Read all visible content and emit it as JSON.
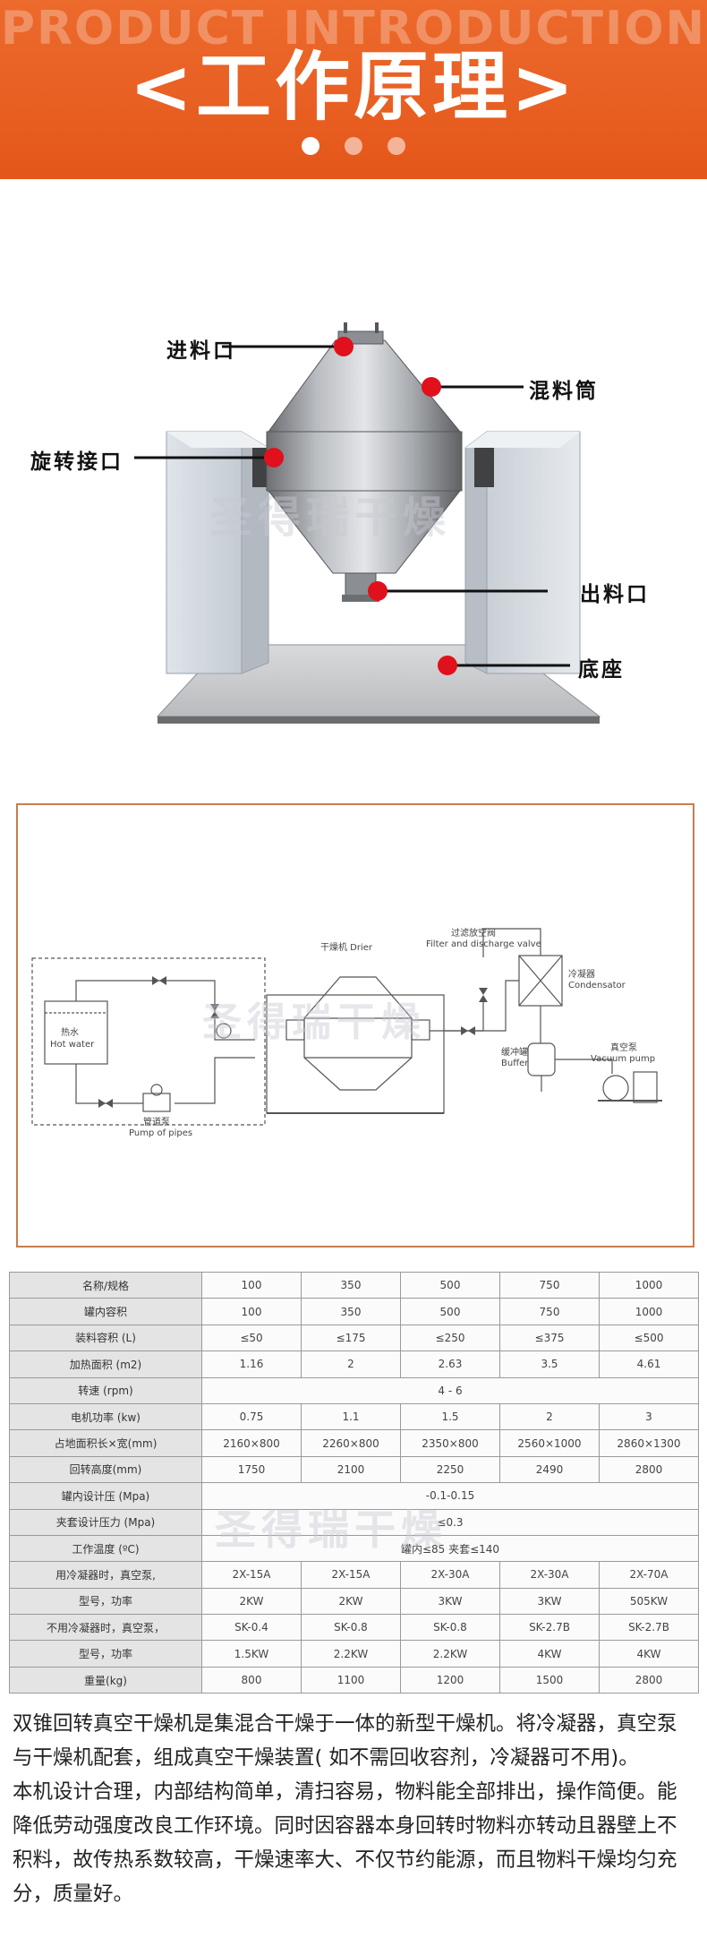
{
  "banner": {
    "bg_text": "PRODUCT INTRODUCTION",
    "title": "<工作原理>"
  },
  "photo": {
    "watermark": "圣得瑞干燥",
    "callouts": {
      "inlet": "进料口",
      "drum": "混料筒",
      "rotary_joint": "旋转接口",
      "outlet": "出料口",
      "base": "底座"
    }
  },
  "schematic": {
    "watermark": "圣得瑞干燥",
    "dryer": "干燥机  Drier",
    "filter_cn": "过滤放空阀",
    "filter_en": "Filter and discharge valve",
    "condenser_cn": "冷凝器",
    "condenser_en": "Condensator",
    "vacuum_cn": "真空泵",
    "vacuum_en": "Vacuum pump",
    "buffer_cn": "缓冲罐",
    "buffer_en": "Buffer",
    "hotwater_cn": "热水",
    "hotwater_en": "Hot water",
    "pump_cn": "管道泵",
    "pump_en": "Pump of pipes"
  },
  "table": {
    "watermark": "圣得瑞干燥",
    "rows": [
      {
        "label": "名称/规格",
        "values": [
          "100",
          "350",
          "500",
          "750",
          "1000"
        ]
      },
      {
        "label": "罐内容积",
        "values": [
          "100",
          "350",
          "500",
          "750",
          "1000"
        ]
      },
      {
        "label": "装料容积 (L)",
        "values": [
          "≤50",
          "≤175",
          "≤250",
          "≤375",
          "≤500"
        ]
      },
      {
        "label": "加热面积 (m2)",
        "values": [
          "1.16",
          "2",
          "2.63",
          "3.5",
          "4.61"
        ]
      },
      {
        "label": "转速 (rpm)",
        "span": "4 - 6"
      },
      {
        "label": "电机功率 (kw)",
        "values": [
          "0.75",
          "1.1",
          "1.5",
          "2",
          "3"
        ]
      },
      {
        "label": "占地面积长×宽(mm)",
        "values": [
          "2160×800",
          "2260×800",
          "2350×800",
          "2560×1000",
          "2860×1300"
        ]
      },
      {
        "label": "回转高度(mm)",
        "values": [
          "1750",
          "2100",
          "2250",
          "2490",
          "2800"
        ]
      },
      {
        "label": "罐内设计压 (Mpa)",
        "span": "-0.1-0.15"
      },
      {
        "label": "夹套设计压力 (Mpa)",
        "span": "≤0.3"
      },
      {
        "label": "工作温度 (ºC)",
        "span": "罐内≤85 夹套≤140"
      },
      {
        "label": "用冷凝器时，真空泵,",
        "values": [
          "2X-15A",
          "2X-15A",
          "2X-30A",
          "2X-30A",
          "2X-70A"
        ]
      },
      {
        "label": "型号，功率",
        "values": [
          "2KW",
          "2KW",
          "3KW",
          "3KW",
          "505KW"
        ]
      },
      {
        "label": "不用冷凝器时，真空泵，",
        "values": [
          "SK-0.4",
          "SK-0.8",
          "SK-0.8",
          "SK-2.7B",
          "SK-2.7B"
        ]
      },
      {
        "label": "型号，功率",
        "values": [
          "1.5KW",
          "2.2KW",
          "2.2KW",
          "4KW",
          "4KW"
        ]
      },
      {
        "label": "重量(kg)",
        "values": [
          "800",
          "1100",
          "1200",
          "1500",
          "2800"
        ]
      }
    ]
  },
  "description": {
    "p1": "双锥回转真空干燥机是集混合干燥于一体的新型干燥机。将冷凝器，真空泵与干燥机配套，组成真空干燥装置( 如不需回收容剂，冷凝器可不用)。",
    "p2": "本机设计合理，内部结构简单，清扫容易，物料能全部排出，操作简便。能降低劳动强度改良工作环境。同时因容器本身回转时物料亦转动且器壁上不积料，故传热系数较高，干燥速率大、不仅节约能源，而且物料干燥均匀充分，质量好。"
  },
  "colors": {
    "banner": "#e85f22",
    "marker": "#e0101c",
    "frame": "#c87c4f"
  }
}
